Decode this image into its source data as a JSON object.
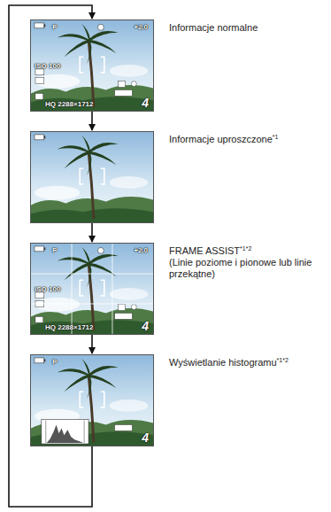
{
  "diagram": {
    "nodes": [
      {
        "text": [
          "Informacje normalne",
          "P",
          "+2.0",
          "ISO 100",
          "HQ 2288×1712",
          "4"
        ]
      },
      {
        "text": [
          "Informacje uproszczone",
          "*1"
        ]
      },
      {
        "text": [
          "FRAME ASSIST",
          "*1*2",
          "(Linie poziome i pionowe lub linie przekątne)",
          "P",
          "+2.0",
          "ISO 100",
          "HQ 2288×1712",
          "4"
        ]
      },
      {
        "text": [
          "Wyświetlanie histogramu",
          "*1*2",
          "P",
          "4"
        ]
      }
    ],
    "edges": [
      {
        "from": 0,
        "to": 1,
        "arrow": "to"
      },
      {
        "from": 1,
        "to": 2,
        "arrow": "to"
      },
      {
        "from": 2,
        "to": 3,
        "arrow": "to"
      },
      {
        "from": 3,
        "to": 0,
        "arrow": "to"
      }
    ]
  }
}
